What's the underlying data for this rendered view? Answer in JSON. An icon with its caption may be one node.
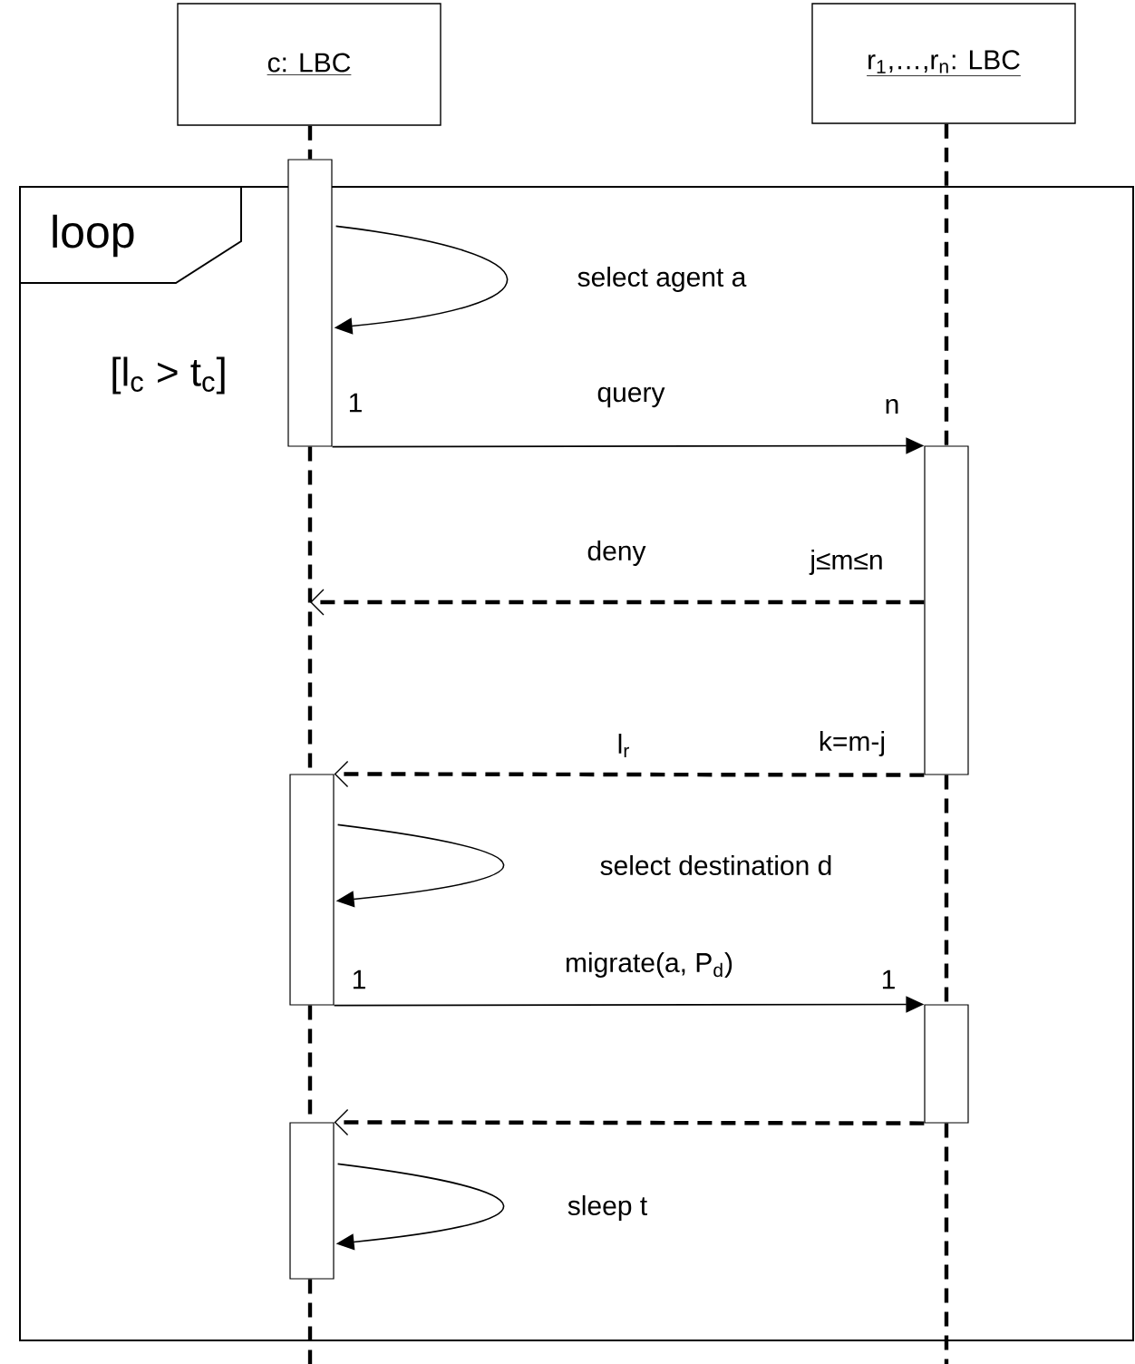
{
  "diagram": {
    "nodes": [
      {
        "text": [
          "c: LBC"
        ]
      },
      {
        "text": [
          "r$_{1}$,…,r$_{n}$: LBC"
        ]
      },
      {
        "text": [
          "loop",
          "[l$_{c}$ > t$_{c}$]"
        ]
      },
      {
        "text": [],
        "shape": "bar"
      },
      {
        "text": [],
        "shape": "bar",
        "in": 2
      },
      {
        "text": [],
        "shape": "bar",
        "in": 2
      },
      {
        "text": [],
        "shape": "bar",
        "in": 2
      },
      {
        "text": [],
        "shape": "bar",
        "in": 2
      }
    ],
    "edges": [
      {
        "from": 3,
        "to": 3,
        "arrow": "to",
        "label": "select agent a"
      },
      {
        "from": 3,
        "to": 4,
        "arrow": "to",
        "label": "query"
      },
      {
        "from": 4,
        "to": null,
        "arrow": "to",
        "label": "deny",
        "style": "dashed"
      },
      {
        "from": 4,
        "to": 5,
        "arrow": "to",
        "label": "l$_{r}$",
        "style": "dashed"
      },
      {
        "from": 5,
        "to": 5,
        "arrow": "to",
        "label": "select destination d"
      },
      {
        "from": 5,
        "to": 6,
        "arrow": "to",
        "label": "migrate(a, P$_{d}$)"
      },
      {
        "from": 6,
        "to": 7,
        "arrow": "to",
        "style": "dashed"
      },
      {
        "from": 7,
        "to": 7,
        "arrow": "to",
        "label": "sleep t"
      },
      {
        "from": 0,
        "to": 3,
        "arrow": "none",
        "style": "dashed"
      },
      {
        "from": 3,
        "to": 5,
        "arrow": "none",
        "style": "dashed"
      },
      {
        "from": 5,
        "to": 7,
        "arrow": "none",
        "style": "dashed"
      },
      {
        "from": 7,
        "to": null,
        "arrow": "none",
        "style": "dashed"
      },
      {
        "from": 1,
        "to": 4,
        "arrow": "none",
        "style": "dashed"
      },
      {
        "from": 4,
        "to": 6,
        "arrow": "none",
        "style": "dashed"
      },
      {
        "from": 6,
        "to": null,
        "arrow": "none",
        "style": "dashed"
      }
    ],
    "labels": [
      "1",
      "n",
      "j≤m≤n",
      "k=m-j",
      "1",
      "1"
    ]
  }
}
